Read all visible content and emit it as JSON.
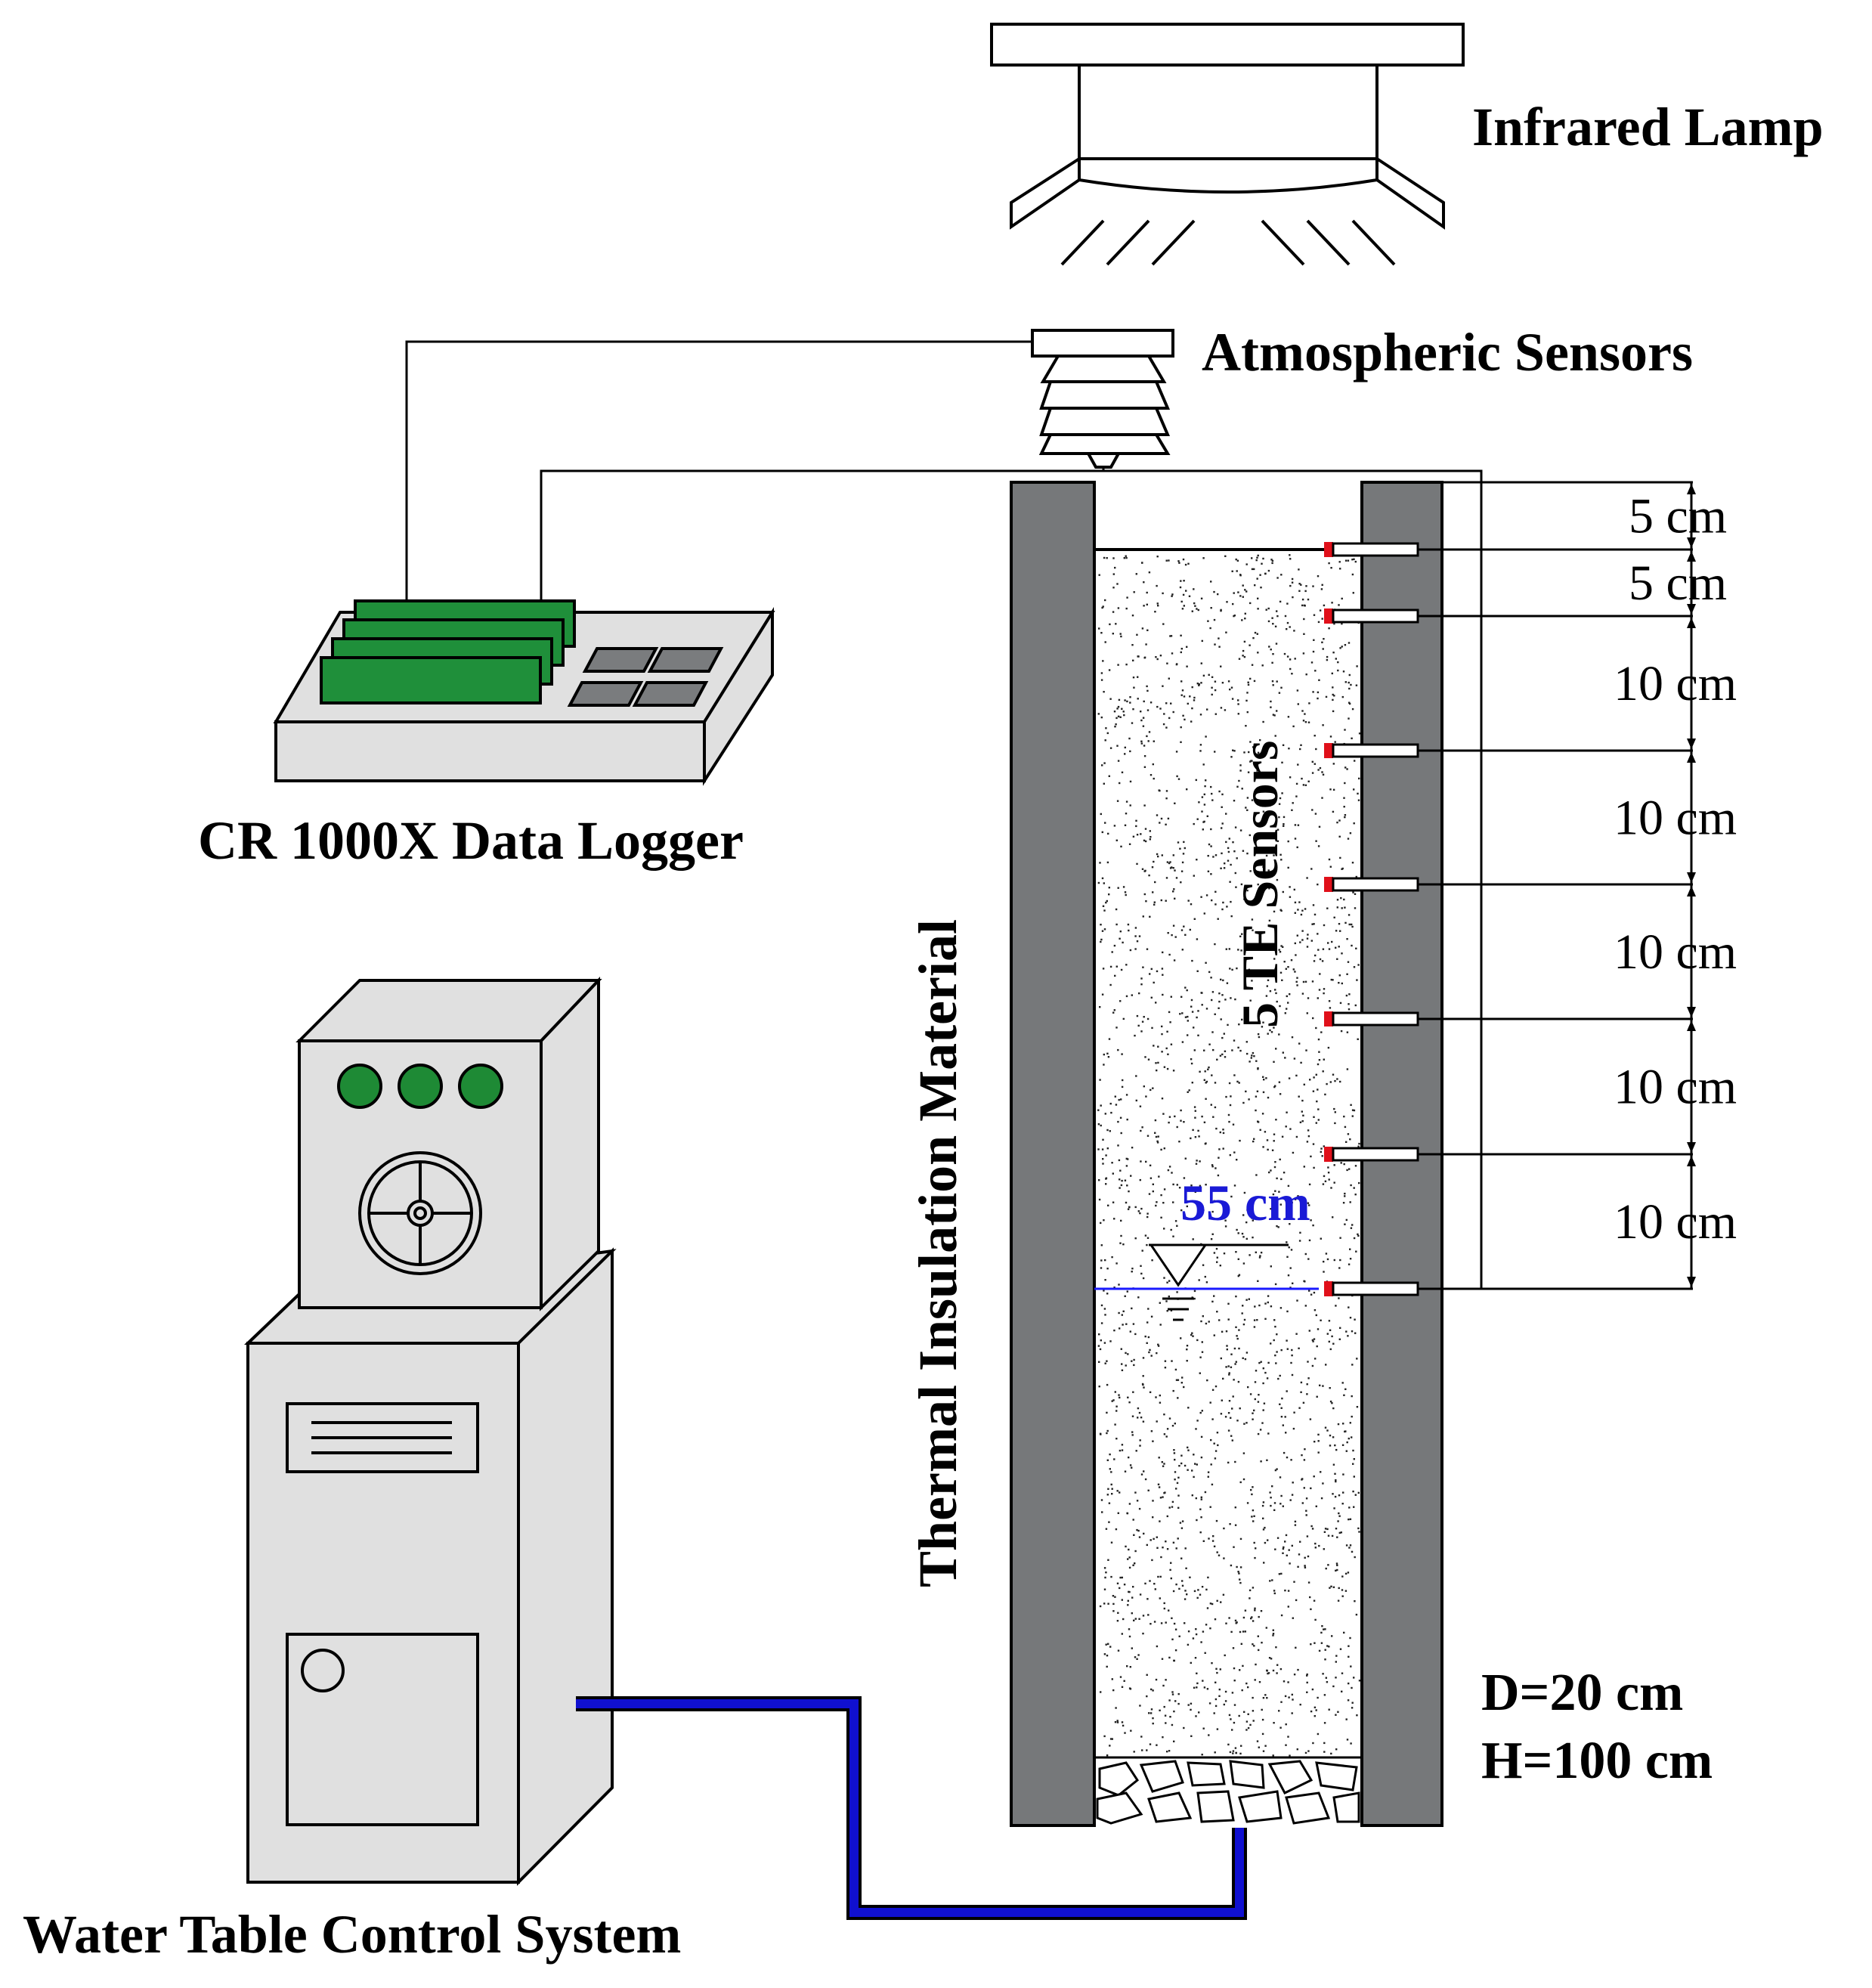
{
  "labels": {
    "infrared_lamp": "Infrared Lamp",
    "atmospheric_sensors": "Atmospheric Sensors",
    "data_logger": "CR 1000X Data Logger",
    "water_table_control": "Water Table Control System",
    "thermal_insulation": "Thermal Insulation Material",
    "te_sensors": "5 TE Sensors",
    "water_level": "55 cm",
    "column_diameter": "D=20 cm",
    "column_height": "H=100 cm"
  },
  "sensor_spacings": [
    "5 cm",
    "5 cm",
    "10 cm",
    "10 cm",
    "10 cm",
    "10 cm",
    "10 cm"
  ],
  "colors": {
    "wall": "#76787a",
    "equipment_fill": "#e0e0e0",
    "logger_green": "#1f8f3a",
    "indicator_green": "#1e8a35",
    "water_line": "#1a1aff",
    "water_label": "#1a1ad6",
    "pipe": "#1010d0",
    "sensor_tip": "#e0101a"
  },
  "icons": [
    "lamp-icon",
    "stevenson-screen-icon",
    "fan-icon",
    "water-table-symbol-icon"
  ]
}
